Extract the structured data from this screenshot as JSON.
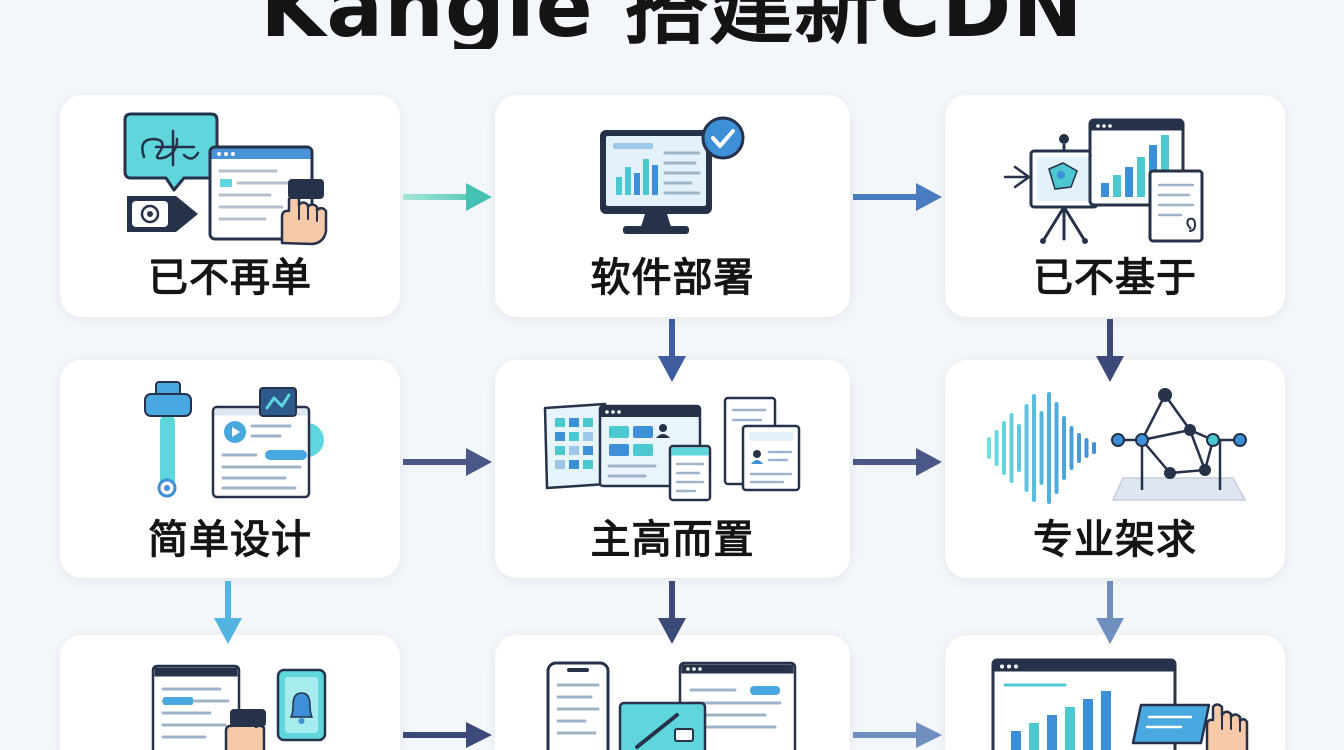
{
  "title": "Kangle 搭建新CDN",
  "cards": [
    {
      "label": "已不再单",
      "icon": "chat-browser-hand-icon"
    },
    {
      "label": "软件部署",
      "icon": "monitor-check-icon"
    },
    {
      "label": "已不基于",
      "icon": "easel-chart-document-icon"
    },
    {
      "label": "简单设计",
      "icon": "slider-profile-window-icon"
    },
    {
      "label": "主高而置",
      "icon": "dashboard-documents-icon"
    },
    {
      "label": "专业架求",
      "icon": "soundwave-network-icon"
    },
    {
      "icon": "document-hand-bell-icon"
    },
    {
      "icon": "phone-window-panel-icon"
    },
    {
      "icon": "monitor-chart-tablet-hand-icon"
    }
  ],
  "colors": {
    "background": "#f3f6fa",
    "card": "#ffffff",
    "ink": "#141414",
    "navy": "#26324a",
    "teal": "#5ed6dc",
    "blue": "#3d8fd8"
  }
}
